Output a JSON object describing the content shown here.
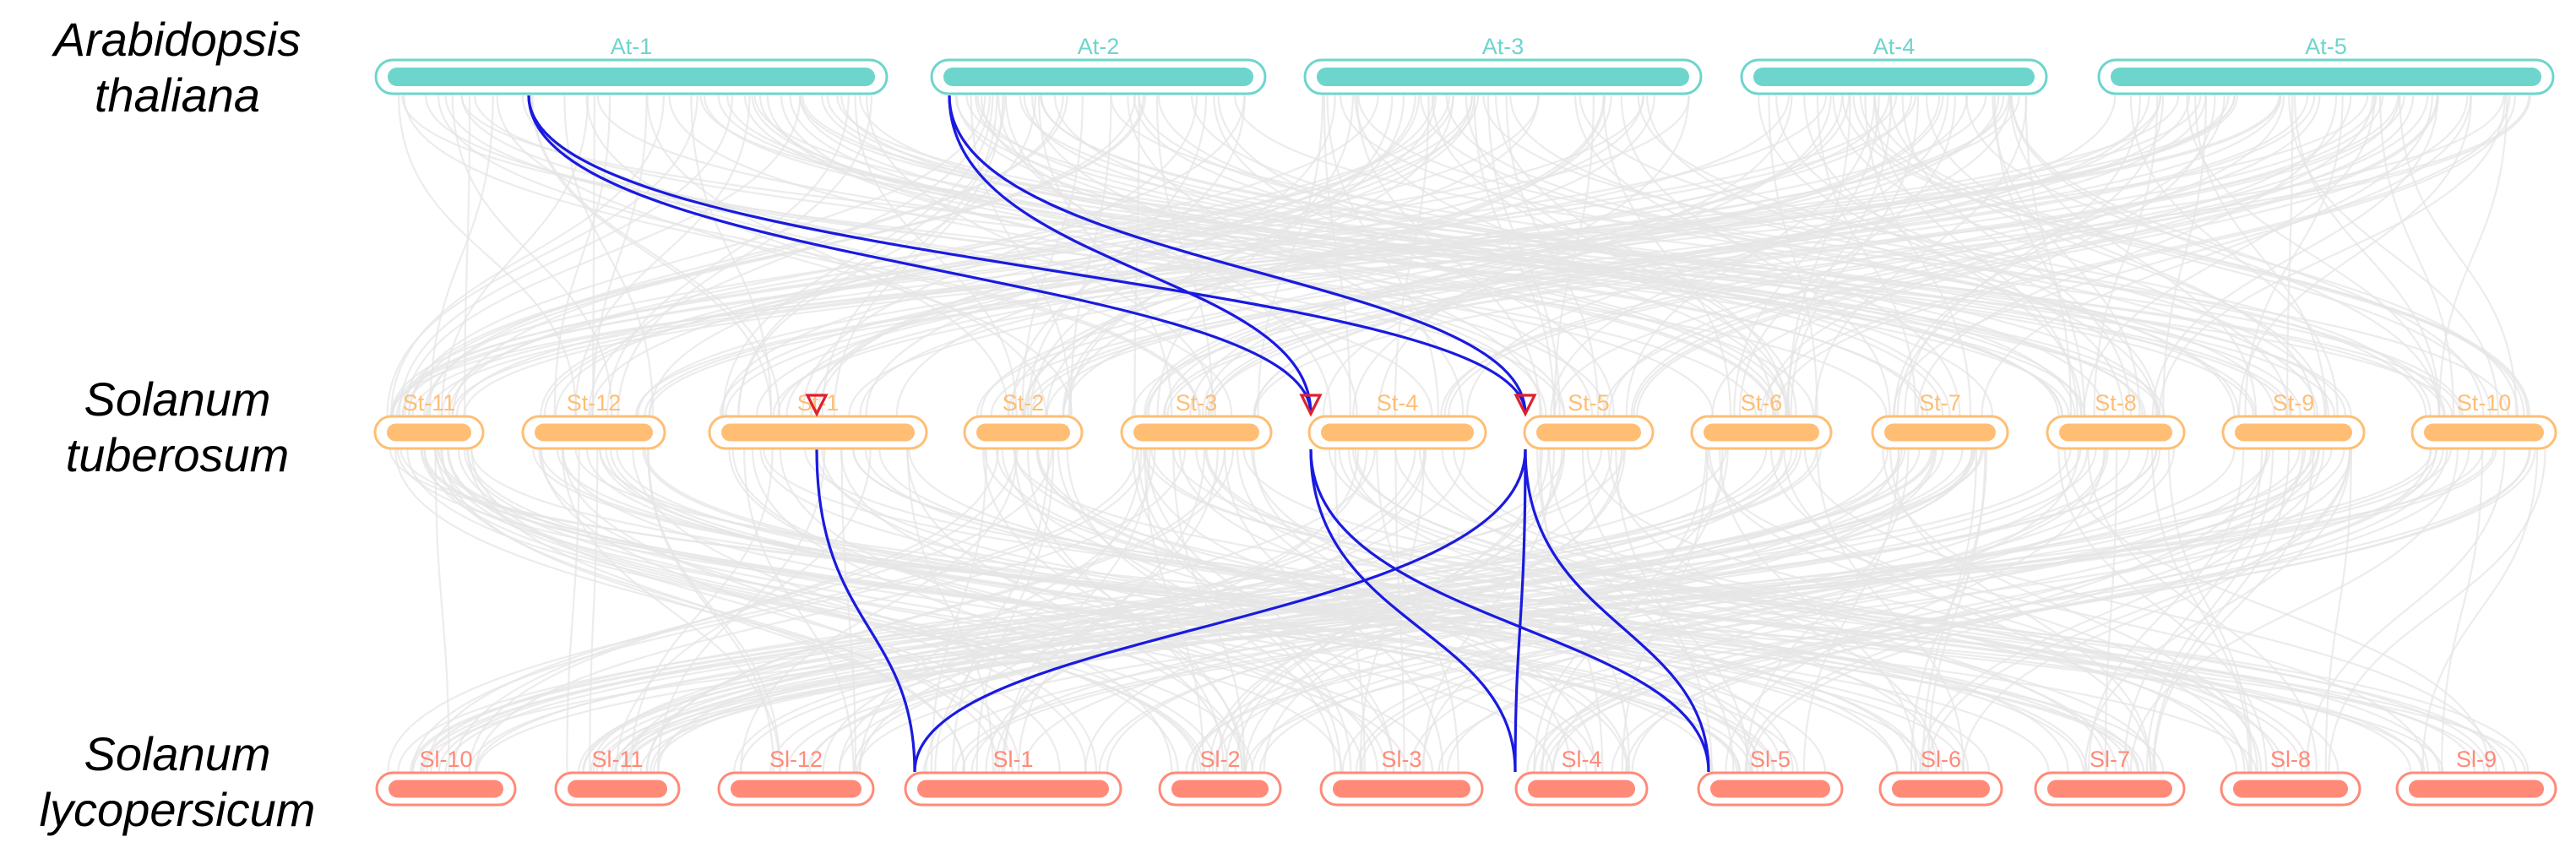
{
  "species": [
    {
      "id": "at",
      "line1": "Arabidopsis",
      "line2": "thaliana"
    },
    {
      "id": "st",
      "line1": "Solanum",
      "line2": "tuberosum"
    },
    {
      "id": "sl",
      "line1": "Solanum",
      "line2": "lycopersicum"
    }
  ],
  "colors": {
    "at": "#6dd5cc",
    "st": "#ffbe74",
    "sl": "#ff8a78",
    "background_links": "#e6e6e6",
    "highlight_links": "#1a1ae0",
    "marker": "#e0202e"
  },
  "tracks": {
    "at": [
      {
        "label": "At-1"
      },
      {
        "label": "At-2"
      },
      {
        "label": "At-3"
      },
      {
        "label": "At-4"
      },
      {
        "label": "At-5"
      }
    ],
    "st": [
      {
        "label": "St-11"
      },
      {
        "label": "St-12"
      },
      {
        "label": "St-1"
      },
      {
        "label": "St-2"
      },
      {
        "label": "St-3"
      },
      {
        "label": "St-4"
      },
      {
        "label": "St-5"
      },
      {
        "label": "St-6"
      },
      {
        "label": "St-7"
      },
      {
        "label": "St-8"
      },
      {
        "label": "St-9"
      },
      {
        "label": "St-10"
      }
    ],
    "sl": [
      {
        "label": "Sl-10"
      },
      {
        "label": "Sl-11"
      },
      {
        "label": "Sl-12"
      },
      {
        "label": "Sl-1"
      },
      {
        "label": "Sl-2"
      },
      {
        "label": "Sl-3"
      },
      {
        "label": "Sl-4"
      },
      {
        "label": "Sl-5"
      },
      {
        "label": "Sl-6"
      },
      {
        "label": "Sl-7"
      },
      {
        "label": "Sl-8"
      },
      {
        "label": "Sl-9"
      }
    ]
  },
  "highlight_links": [
    {
      "from": "At-1",
      "to": "St-4"
    },
    {
      "from": "At-1",
      "to": "St-5"
    },
    {
      "from": "At-2",
      "to": "St-4"
    },
    {
      "from": "At-2",
      "to": "St-5"
    },
    {
      "from": "St-1",
      "to": "Sl-1"
    },
    {
      "from": "St-5",
      "to": "Sl-1"
    },
    {
      "from": "St-4",
      "to": "Sl-4"
    },
    {
      "from": "St-4",
      "to": "Sl-5"
    },
    {
      "from": "St-5",
      "to": "Sl-4"
    },
    {
      "from": "St-5",
      "to": "Sl-5"
    }
  ],
  "markers": [
    {
      "track": "St-1"
    },
    {
      "track": "St-4"
    },
    {
      "track": "St-5"
    }
  ]
}
